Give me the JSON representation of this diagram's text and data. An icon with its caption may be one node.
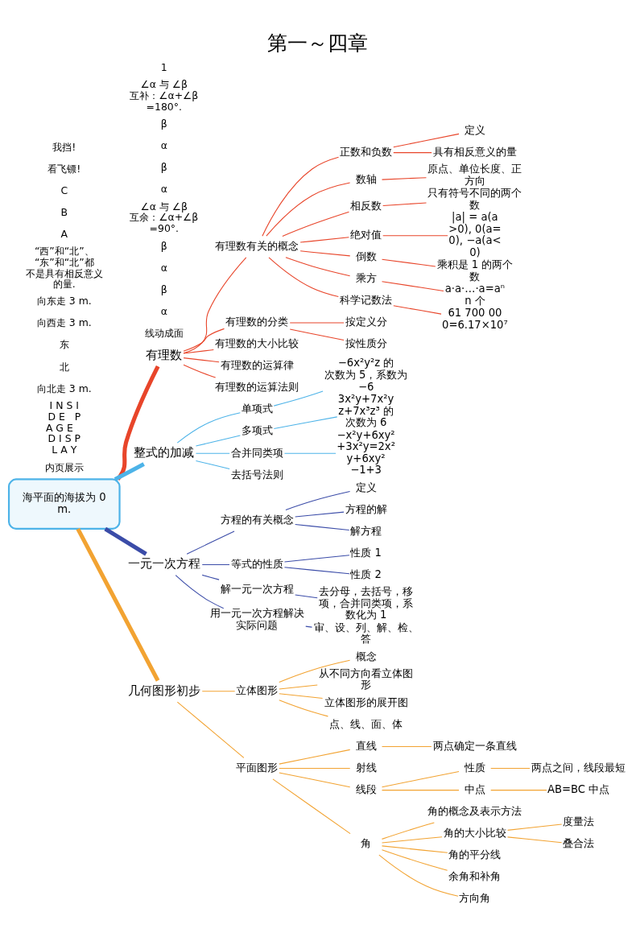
{
  "diagram": {
    "title": "第一～四章",
    "nodes": [
      {
        "text": [
          "海平面的海拔为 0 m."
        ]
      },
      {
        "text": [
          "有理数"
        ]
      },
      {
        "text": [
          "有理数有关的概念"
        ]
      },
      {
        "text": [
          "正数和负数"
        ]
      },
      {
        "text": [
          "定义"
        ]
      },
      {
        "text": [
          "具有相反意义的量"
        ]
      },
      {
        "text": [
          "数轴"
        ]
      },
      {
        "text": [
          "原点、单位长度、正方向"
        ]
      },
      {
        "text": [
          "相反数"
        ]
      },
      {
        "text": [
          "只有符号不同的两个数"
        ]
      },
      {
        "text": [
          "绝对值"
        ]
      },
      {
        "text": [
          "|a| = a(a>0), 0(a=0), −a(a<0)"
        ]
      },
      {
        "text": [
          "倒数"
        ]
      },
      {
        "text": [
          "乘积是 1 的两个数"
        ]
      },
      {
        "text": [
          "乘方"
        ]
      },
      {
        "text": [
          "a·a·…·a=aⁿ",
          "n 个"
        ]
      },
      {
        "text": [
          "科学记数法"
        ]
      },
      {
        "text": [
          "61 700 000=6.17×10⁷"
        ]
      },
      {
        "text": [
          "有理数的分类"
        ]
      },
      {
        "text": [
          "按定义分"
        ]
      },
      {
        "text": [
          "按性质分"
        ]
      },
      {
        "text": [
          "有理数的大小比较"
        ]
      },
      {
        "text": [
          "有理数的运算律"
        ]
      },
      {
        "text": [
          "有理数的运算法则"
        ]
      },
      {
        "text": [
          "整式的加减"
        ]
      },
      {
        "text": [
          "单项式"
        ]
      },
      {
        "text": [
          "−6x²y²z 的次数为 5，系数为−6"
        ]
      },
      {
        "text": [
          "多项式"
        ]
      },
      {
        "text": [
          "3x²y+7x²yz+7x³z³ 的次数为 6"
        ]
      },
      {
        "text": [
          "合并同类项"
        ]
      },
      {
        "text": [
          "−x²y+6xy²+3x²y=2x²y+6xy²",
          "−1+3"
        ]
      },
      {
        "text": [
          "去括号法则"
        ]
      },
      {
        "text": [
          "一元一次方程"
        ]
      },
      {
        "text": [
          "方程的有关概念"
        ]
      },
      {
        "text": [
          "定义"
        ]
      },
      {
        "text": [
          "方程的解"
        ]
      },
      {
        "text": [
          "解方程"
        ]
      },
      {
        "text": [
          "等式的性质"
        ]
      },
      {
        "text": [
          "性质 1"
        ]
      },
      {
        "text": [
          "性质 2"
        ]
      },
      {
        "text": [
          "解一元一次方程"
        ]
      },
      {
        "text": [
          "去分母，去括号，移项，合并同类项，系数化为 1"
        ]
      },
      {
        "text": [
          "用一元一次方程解决实际问题"
        ]
      },
      {
        "text": [
          "审、设、列、解、检、答"
        ]
      },
      {
        "text": [
          "几何图形初步"
        ]
      },
      {
        "text": [
          "立体图形"
        ]
      },
      {
        "text": [
          "概念"
        ]
      },
      {
        "text": [
          "从不同方向看立体图形"
        ]
      },
      {
        "text": [
          "立体图形的展开图"
        ]
      },
      {
        "text": [
          "点、线、面、体"
        ]
      },
      {
        "text": [
          "平面图形"
        ]
      },
      {
        "text": [
          "直线"
        ]
      },
      {
        "text": [
          "两点确定一条直线"
        ]
      },
      {
        "text": [
          "射线"
        ]
      },
      {
        "text": [
          "线段"
        ]
      },
      {
        "text": [
          "性质"
        ]
      },
      {
        "text": [
          "两点之间，线段最短"
        ]
      },
      {
        "text": [
          "中点"
        ]
      },
      {
        "text": [
          "AB=BC 中点"
        ]
      },
      {
        "text": [
          "角"
        ]
      },
      {
        "text": [
          "角的概念及表示方法"
        ]
      },
      {
        "text": [
          "角的大小比较"
        ]
      },
      {
        "text": [
          "度量法"
        ]
      },
      {
        "text": [
          "叠合法"
        ]
      },
      {
        "text": [
          "角的平分线"
        ]
      },
      {
        "text": [
          "余角和补角"
        ]
      },
      {
        "text": [
          "方向角"
        ]
      }
    ],
    "edges": [
      {
        "from": 0,
        "to": 1,
        "arrow": "none",
        "color": "#e8452a",
        "style": "thick"
      },
      {
        "from": 1,
        "to": 2,
        "arrow": "none",
        "color": "#e8452a"
      },
      {
        "from": 2,
        "to": 3,
        "arrow": "none",
        "color": "#e8452a"
      },
      {
        "from": 3,
        "to": 4,
        "arrow": "none",
        "color": "#e8452a"
      },
      {
        "from": 3,
        "to": 5,
        "arrow": "none",
        "color": "#e8452a"
      },
      {
        "from": 2,
        "to": 6,
        "arrow": "none",
        "color": "#e8452a"
      },
      {
        "from": 6,
        "to": 7,
        "arrow": "none",
        "color": "#e8452a"
      },
      {
        "from": 2,
        "to": 8,
        "arrow": "none",
        "color": "#e8452a"
      },
      {
        "from": 8,
        "to": 9,
        "arrow": "none",
        "color": "#e8452a"
      },
      {
        "from": 2,
        "to": 10,
        "arrow": "none",
        "color": "#e8452a"
      },
      {
        "from": 10,
        "to": 11,
        "arrow": "none",
        "color": "#e8452a"
      },
      {
        "from": 2,
        "to": 12,
        "arrow": "none",
        "color": "#e8452a"
      },
      {
        "from": 12,
        "to": 13,
        "arrow": "none",
        "color": "#e8452a"
      },
      {
        "from": 2,
        "to": 14,
        "arrow": "none",
        "color": "#e8452a"
      },
      {
        "from": 14,
        "to": 15,
        "arrow": "none",
        "color": "#e8452a"
      },
      {
        "from": 2,
        "to": 16,
        "arrow": "none",
        "color": "#e8452a"
      },
      {
        "from": 16,
        "to": 17,
        "arrow": "none",
        "color": "#e8452a"
      },
      {
        "from": 1,
        "to": 18,
        "arrow": "none",
        "color": "#e8452a"
      },
      {
        "from": 18,
        "to": 19,
        "arrow": "none",
        "color": "#e8452a"
      },
      {
        "from": 18,
        "to": 20,
        "arrow": "none",
        "color": "#e8452a"
      },
      {
        "from": 1,
        "to": 21,
        "arrow": "none",
        "color": "#e8452a"
      },
      {
        "from": 1,
        "to": 22,
        "arrow": "none",
        "color": "#e8452a"
      },
      {
        "from": 1,
        "to": 23,
        "arrow": "none",
        "color": "#e8452a"
      },
      {
        "from": 0,
        "to": 24,
        "arrow": "none",
        "color": "#4db3e8",
        "style": "thick"
      },
      {
        "from": 24,
        "to": 25,
        "arrow": "none",
        "color": "#4db3e8"
      },
      {
        "from": 25,
        "to": 26,
        "arrow": "none",
        "color": "#4db3e8"
      },
      {
        "from": 24,
        "to": 27,
        "arrow": "none",
        "color": "#4db3e8"
      },
      {
        "from": 27,
        "to": 28,
        "arrow": "none",
        "color": "#4db3e8"
      },
      {
        "from": 24,
        "to": 29,
        "arrow": "none",
        "color": "#4db3e8"
      },
      {
        "from": 29,
        "to": 30,
        "arrow": "none",
        "color": "#4db3e8"
      },
      {
        "from": 24,
        "to": 31,
        "arrow": "none",
        "color": "#4db3e8"
      },
      {
        "from": 0,
        "to": 32,
        "arrow": "none",
        "color": "#3b4ca8",
        "style": "thick"
      },
      {
        "from": 32,
        "to": 33,
        "arrow": "none",
        "color": "#3b4ca8"
      },
      {
        "from": 33,
        "to": 34,
        "arrow": "none",
        "color": "#3b4ca8"
      },
      {
        "from": 33,
        "to": 35,
        "arrow": "none",
        "color": "#3b4ca8"
      },
      {
        "from": 33,
        "to": 36,
        "arrow": "none",
        "color": "#3b4ca8"
      },
      {
        "from": 32,
        "to": 37,
        "arrow": "none",
        "color": "#3b4ca8"
      },
      {
        "from": 37,
        "to": 38,
        "arrow": "none",
        "color": "#3b4ca8"
      },
      {
        "from": 37,
        "to": 39,
        "arrow": "none",
        "color": "#3b4ca8"
      },
      {
        "from": 32,
        "to": 40,
        "arrow": "none",
        "color": "#3b4ca8"
      },
      {
        "from": 40,
        "to": 41,
        "arrow": "none",
        "color": "#3b4ca8"
      },
      {
        "from": 32,
        "to": 42,
        "arrow": "none",
        "color": "#3b4ca8"
      },
      {
        "from": 42,
        "to": 43,
        "arrow": "none",
        "color": "#3b4ca8"
      },
      {
        "from": 0,
        "to": 44,
        "arrow": "none",
        "color": "#f2a332",
        "style": "thick"
      },
      {
        "from": 44,
        "to": 45,
        "arrow": "none",
        "color": "#f2a332"
      },
      {
        "from": 45,
        "to": 46,
        "arrow": "none",
        "color": "#f2a332"
      },
      {
        "from": 45,
        "to": 47,
        "arrow": "none",
        "color": "#f2a332"
      },
      {
        "from": 45,
        "to": 48,
        "arrow": "none",
        "color": "#f2a332"
      },
      {
        "from": 45,
        "to": 49,
        "arrow": "none",
        "color": "#f2a332"
      },
      {
        "from": 44,
        "to": 50,
        "arrow": "none",
        "color": "#f2a332"
      },
      {
        "from": 50,
        "to": 51,
        "arrow": "none",
        "color": "#f2a332"
      },
      {
        "from": 51,
        "to": 52,
        "arrow": "none",
        "color": "#f2a332"
      },
      {
        "from": 50,
        "to": 53,
        "arrow": "none",
        "color": "#f2a332"
      },
      {
        "from": 50,
        "to": 54,
        "arrow": "none",
        "color": "#f2a332"
      },
      {
        "from": 54,
        "to": 55,
        "arrow": "none",
        "color": "#f2a332"
      },
      {
        "from": 55,
        "to": 56,
        "arrow": "none",
        "color": "#f2a332"
      },
      {
        "from": 54,
        "to": 57,
        "arrow": "none",
        "color": "#f2a332"
      },
      {
        "from": 57,
        "to": 58,
        "arrow": "none",
        "color": "#f2a332"
      },
      {
        "from": 50,
        "to": 59,
        "arrow": "none",
        "color": "#f2a332"
      },
      {
        "from": 59,
        "to": 60,
        "arrow": "none",
        "color": "#f2a332"
      },
      {
        "from": 59,
        "to": 61,
        "arrow": "none",
        "color": "#f2a332"
      },
      {
        "from": 61,
        "to": 62,
        "arrow": "none",
        "color": "#f2a332"
      },
      {
        "from": 61,
        "to": 63,
        "arrow": "none",
        "color": "#f2a332"
      },
      {
        "from": 59,
        "to": 64,
        "arrow": "none",
        "color": "#f2a332"
      },
      {
        "from": 59,
        "to": 65,
        "arrow": "none",
        "color": "#f2a332"
      },
      {
        "from": 59,
        "to": 66,
        "arrow": "none",
        "color": "#f2a332"
      }
    ],
    "labels": [
      "内页展示",
      "I N S I D E   P A G E   D I S P L A Y",
      "向北走 3 m.",
      "北",
      "东",
      "向西走 3 m.",
      "向东走 3 m.",
      "“西”和“北”、“东”和“北”都不是具有相反意义的量.",
      "A",
      "B",
      "C",
      "看飞镖!",
      "我挡!",
      "线动成面",
      "α",
      "β",
      "α",
      "β",
      "∠α 与 ∠β 互余：∠α+∠β=90°.",
      "α",
      "β",
      "α",
      "β",
      "∠α 与 ∠β 互补：∠α+∠β=180°.",
      "1"
    ]
  }
}
